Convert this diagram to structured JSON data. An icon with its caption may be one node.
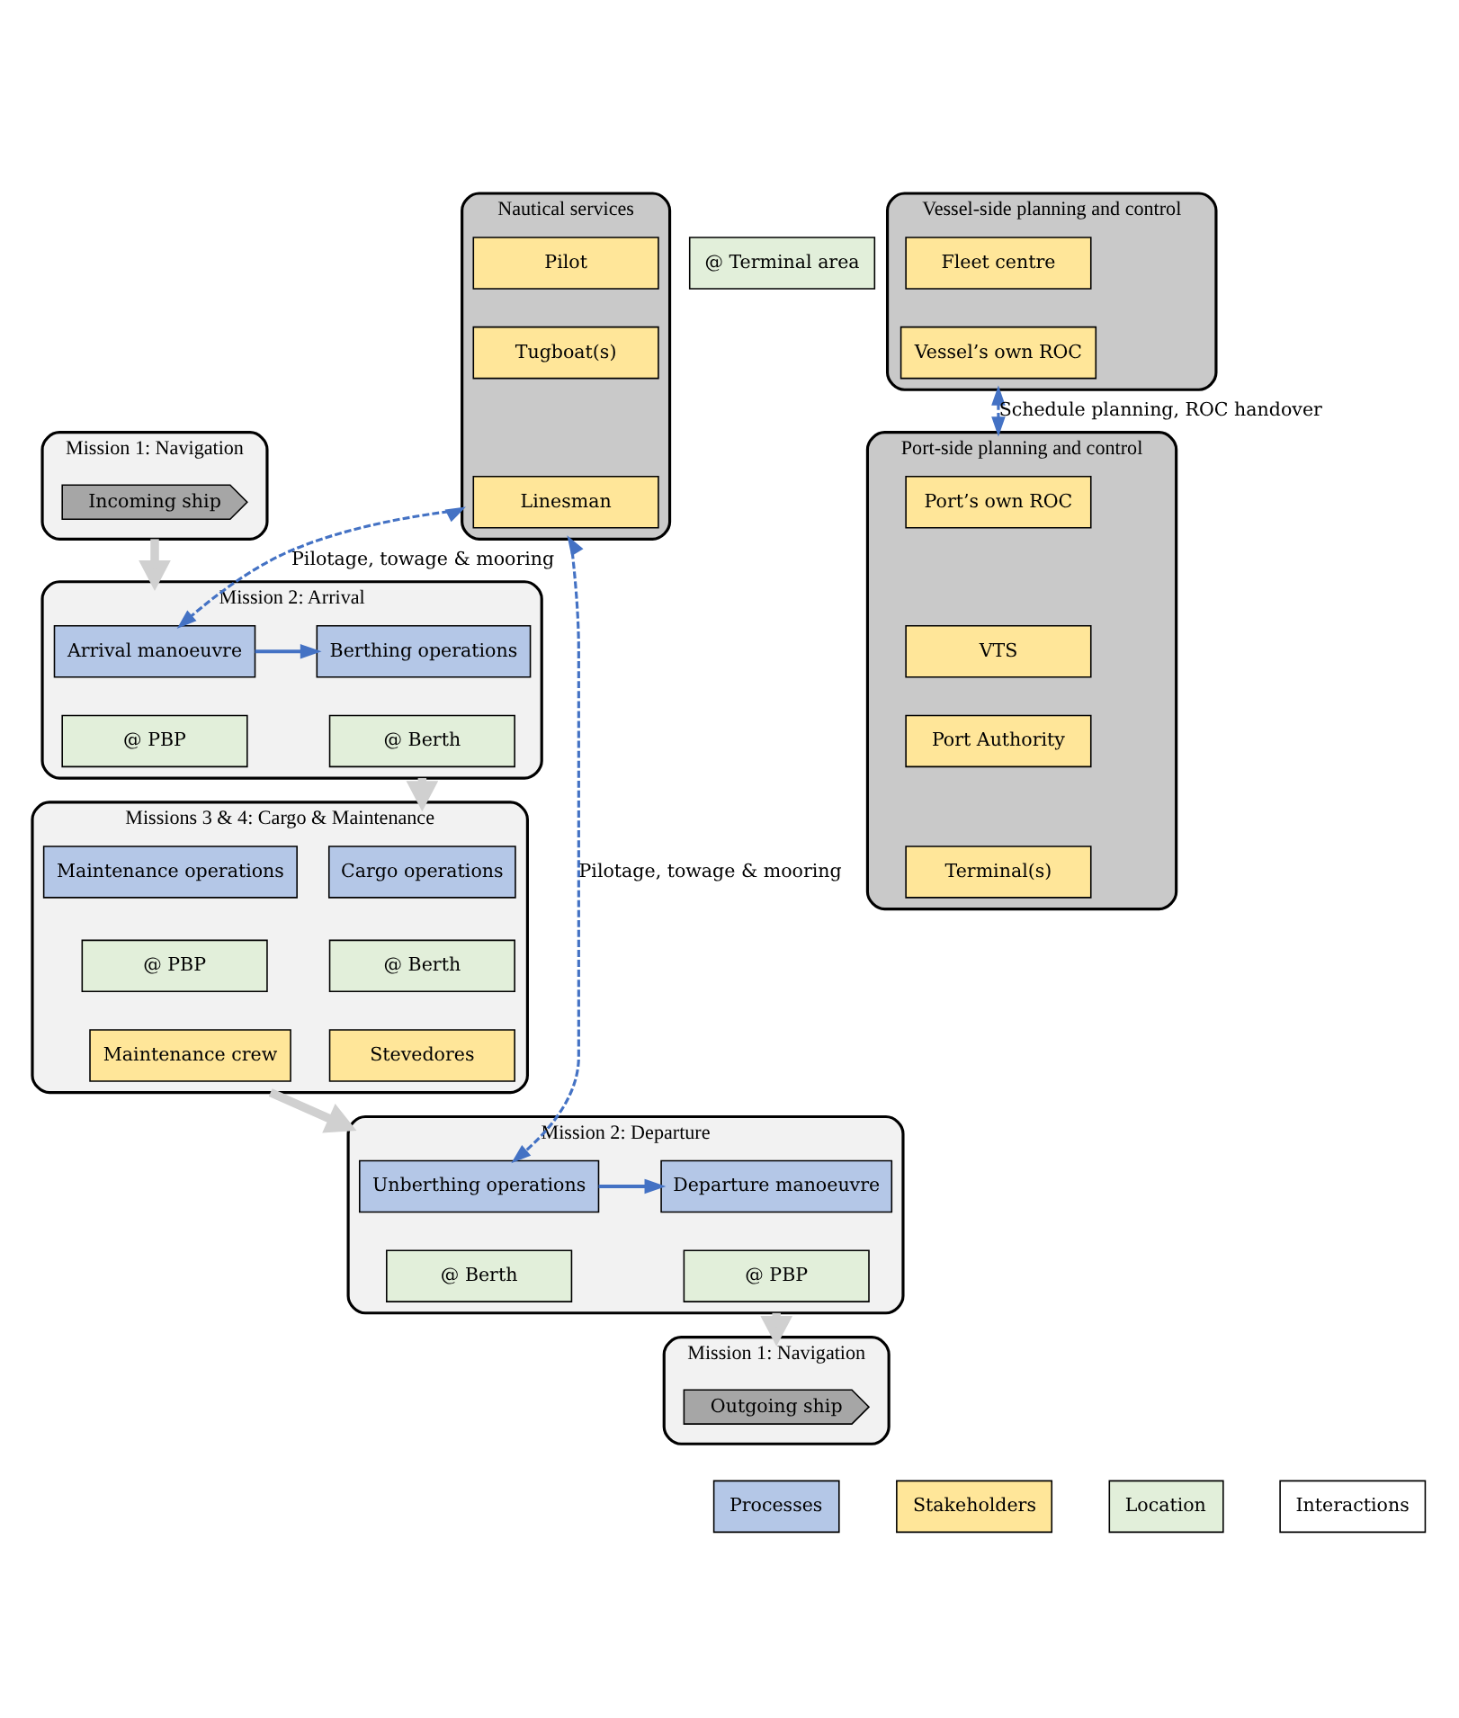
{
  "diagram": {
    "nodes": [
      {
        "text": [
          "Mission 1: Navigation"
        ]
      },
      {
        "text": [
          "Incoming ship"
        ],
        "in": 0
      },
      {
        "text": [
          "Mission 2: Arrival"
        ]
      },
      {
        "text": [
          "Arrival manoeuvre"
        ],
        "in": 2
      },
      {
        "text": [
          "@ PBP"
        ],
        "in": 2
      },
      {
        "text": [
          "Berthing operations"
        ],
        "in": 2
      },
      {
        "text": [
          "@ Berth"
        ],
        "in": 2
      },
      {
        "text": [
          "@ Terminal area"
        ]
      },
      {
        "text": [
          "Missions 3 & 4: Cargo & Maintenance"
        ]
      },
      {
        "text": [
          "Cargo operations"
        ],
        "in": 8
      },
      {
        "text": [
          "@ Berth"
        ],
        "in": 8
      },
      {
        "text": [
          "Stevedores"
        ],
        "in": 8
      },
      {
        "text": [
          "Maintenance operations"
        ],
        "in": 8
      },
      {
        "text": [
          "@ PBP"
        ],
        "in": 8
      },
      {
        "text": [
          "Maintenance crew"
        ],
        "in": 8
      },
      {
        "text": [
          "Mission 2: Departure"
        ]
      },
      {
        "text": [
          "Unberthing operations"
        ],
        "in": 15
      },
      {
        "text": [
          "@ Berth"
        ],
        "in": 15
      },
      {
        "text": [
          "Departure manoeuvre"
        ],
        "in": 15
      },
      {
        "text": [
          "@ PBP"
        ],
        "in": 15
      },
      {
        "text": [
          "Mission 1: Navigation"
        ]
      },
      {
        "text": [
          "Outgoing ship"
        ],
        "in": 20
      },
      {
        "text": [
          "Nautical services"
        ]
      },
      {
        "text": [
          "Pilot"
        ],
        "in": 22
      },
      {
        "text": [
          "Tugboat(s)"
        ],
        "in": 22
      },
      {
        "text": [
          "Linesman"
        ],
        "in": 22
      },
      {
        "text": [
          "Vessel-side planning and control"
        ]
      },
      {
        "text": [
          "Fleet centre"
        ],
        "in": 26
      },
      {
        "text": [
          "Vessel’s own ROC"
        ],
        "in": 26
      },
      {
        "text": [
          "Port-side planning and control"
        ]
      },
      {
        "text": [
          "Port’s own ROC"
        ],
        "in": 29
      },
      {
        "text": [
          "VTS"
        ],
        "in": 29
      },
      {
        "text": [
          "Port Authority"
        ],
        "in": 29
      },
      {
        "text": [
          "Terminal(s)"
        ],
        "in": 29
      }
    ],
    "edges": [
      {
        "from": 0,
        "to": 2,
        "arrow": "to",
        "style": "thick",
        "color": "#d0d0d0"
      },
      {
        "from": 3,
        "to": 5,
        "arrow": "to"
      },
      {
        "from": 2,
        "to": 8,
        "arrow": "to",
        "style": "thick",
        "color": "#d0d0d0"
      },
      {
        "from": 8,
        "to": 15,
        "arrow": "to",
        "style": "thick",
        "color": "#d0d0d0"
      },
      {
        "from": 16,
        "to": 18,
        "arrow": "to"
      },
      {
        "from": 15,
        "to": 20,
        "arrow": "to",
        "style": "thick",
        "color": "#d0d0d0"
      },
      {
        "from": 22,
        "to": 3,
        "arrow": "both",
        "label": "Pilotage, towage & mooring",
        "style": "dashed"
      },
      {
        "from": 22,
        "to": 16,
        "arrow": "both",
        "label": "Pilotage, towage & mooring",
        "style": "dashed"
      },
      {
        "from": 26,
        "to": 29,
        "arrow": "both",
        "label": "Schedule planning, ROC handover",
        "style": "dashed"
      }
    ],
    "legend": [
      {
        "text": "Processes",
        "color": "#b4c7e7"
      },
      {
        "text": "Stakeholders",
        "color": "#ffe699"
      },
      {
        "text": "Location",
        "color": "#e2efda"
      },
      {
        "text": "Interactions"
      }
    ]
  }
}
